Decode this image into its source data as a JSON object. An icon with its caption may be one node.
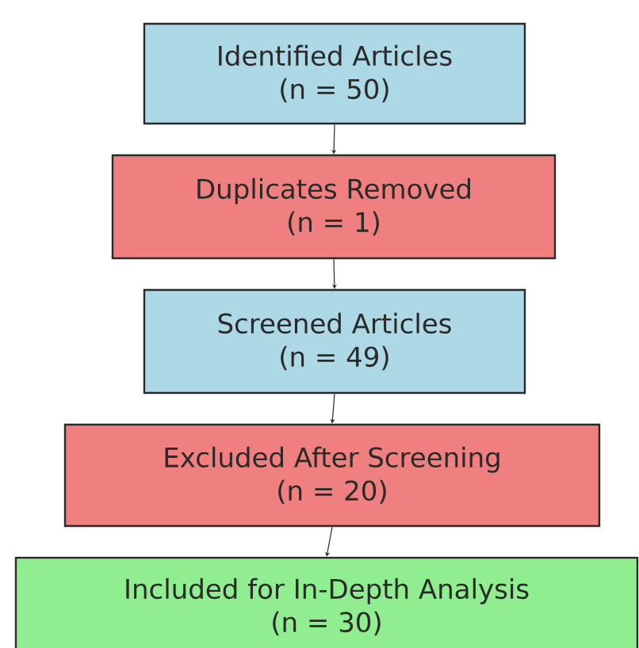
{
  "diagram": {
    "nodes": [
      {
        "text": [
          "Identified Articles",
          "(n = 50)"
        ]
      },
      {
        "text": [
          "Duplicates Removed",
          "(n = 1)"
        ]
      },
      {
        "text": [
          "Screened Articles",
          "(n = 49)"
        ]
      },
      {
        "text": [
          "Excluded After Screening",
          "(n = 20)"
        ]
      },
      {
        "text": [
          "Included for In-Depth Analysis",
          "(n = 30)"
        ]
      }
    ],
    "edges": [
      {
        "from": 0,
        "to": 1,
        "arrow": "to"
      },
      {
        "from": 1,
        "to": 2,
        "arrow": "to"
      },
      {
        "from": 2,
        "to": 3,
        "arrow": "to"
      },
      {
        "from": 3,
        "to": 4,
        "arrow": "to"
      }
    ]
  }
}
